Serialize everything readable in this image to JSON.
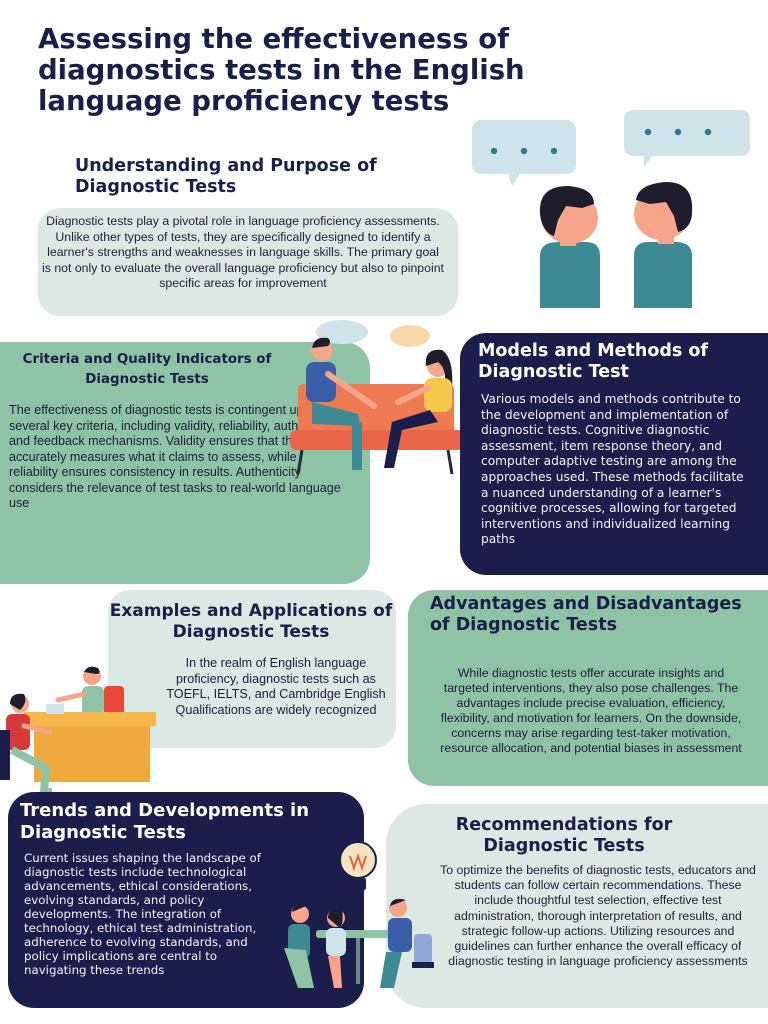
{
  "title": "Assessing the effectiveness of diagnostics tests in the English language proficiency tests",
  "sections": {
    "understanding": {
      "heading": "Understanding and Purpose of Diagnostic Tests",
      "body": "Diagnostic tests play a pivotal role in language proficiency assessments. Unlike other types of tests, they are specifically designed to identify a learner's strengths and weaknesses in language skills. The primary goal is not only to evaluate the overall language proficiency but also to pinpoint specific areas for improvement"
    },
    "criteria": {
      "heading": "Criteria and Quality Indicators of Diagnostic Tests",
      "body": "The effectiveness of diagnostic tests is contingent upon several key criteria, including validity, reliability, authenticity, and feedback mechanisms. Validity ensures that the test accurately measures what it claims to assess, while reliability ensures consistency in results. Authenticity considers the relevance of test tasks to real-world language use"
    },
    "models": {
      "heading": "Models and Methods of Diagnostic Test",
      "body": "Various models and methods contribute to the development and implementation of diagnostic tests. Cognitive diagnostic assessment, item response theory, and computer adaptive testing are among the approaches used. These methods facilitate a nuanced understanding of a learner's cognitive processes, allowing for targeted interventions and individualized learning paths"
    },
    "examples": {
      "heading": "Examples and Applications of Diagnostic Tests",
      "body": "In the realm of English language proficiency, diagnostic tests such as TOEFL, IELTS, and Cambridge English Qualifications are widely recognized"
    },
    "advantages": {
      "heading": "Advantages and Disadvantages of Diagnostic Tests",
      "body": "While diagnostic tests offer accurate insights and targeted interventions, they also pose challenges. The advantages include precise evaluation, efficiency, flexibility, and motivation for learners. On the downside, concerns may arise regarding test-taker motivation, resource allocation, and potential biases in assessment"
    },
    "trends": {
      "heading": "Trends and Developments in Diagnostic Tests",
      "body": "Current issues shaping the landscape of diagnostic tests include technological advancements, ethical considerations, evolving standards, and policy developments. The integration of technology, ethical test administration, adherence to evolving standards, and policy implications are central to navigating these trends"
    },
    "recommendations": {
      "heading": "Recommendations for Diagnostic Tests",
      "body": "To optimize the benefits of diagnostic tests, educators and students can follow certain recommendations. These include thoughtful test selection, effective test administration, thorough interpretation of results, and strategic follow-up actions. Utilizing resources and guidelines can further enhance the overall efficacy of diagnostic testing in language proficiency assessments"
    }
  },
  "colors": {
    "navy": "#1b1d4a",
    "light_panel": "#dbe8e4",
    "green_panel": "#8ec3a6",
    "skin": "#f4a58a",
    "hair": "#1d1d2e",
    "shirt_teal": "#3d8a94",
    "bubble": "#cfe3ea"
  },
  "icons": [
    "speech-bubble-icon",
    "two-people-talking-illustration",
    "couple-on-sofa-illustration",
    "office-meeting-illustration",
    "team-lightbulb-illustration"
  ]
}
